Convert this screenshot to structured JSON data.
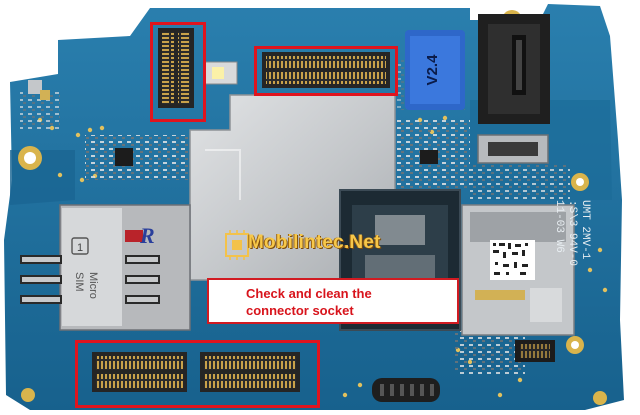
{
  "image": {
    "subject": "phone mainboard photo with highlighted connectors",
    "colors": {
      "board": "#1d6f9c",
      "board_dark": "#155a82",
      "shield": "#c9cccf",
      "highlight": "#e0141e",
      "watermark": "#f7c84a"
    }
  },
  "annotations": {
    "note_lines": [
      "Check and clean the",
      "connector socket"
    ]
  },
  "watermark": {
    "text": "Mobilintec.Net"
  },
  "board_labels": {
    "version": "V2.4",
    "sim_1": "Micro",
    "sim_2": "SIM",
    "sim_slot": "1",
    "logo": "R",
    "code_lines": [
      "UMT 2MV-1",
      ":S\\3 94V-0",
      "11-03 W6"
    ]
  }
}
